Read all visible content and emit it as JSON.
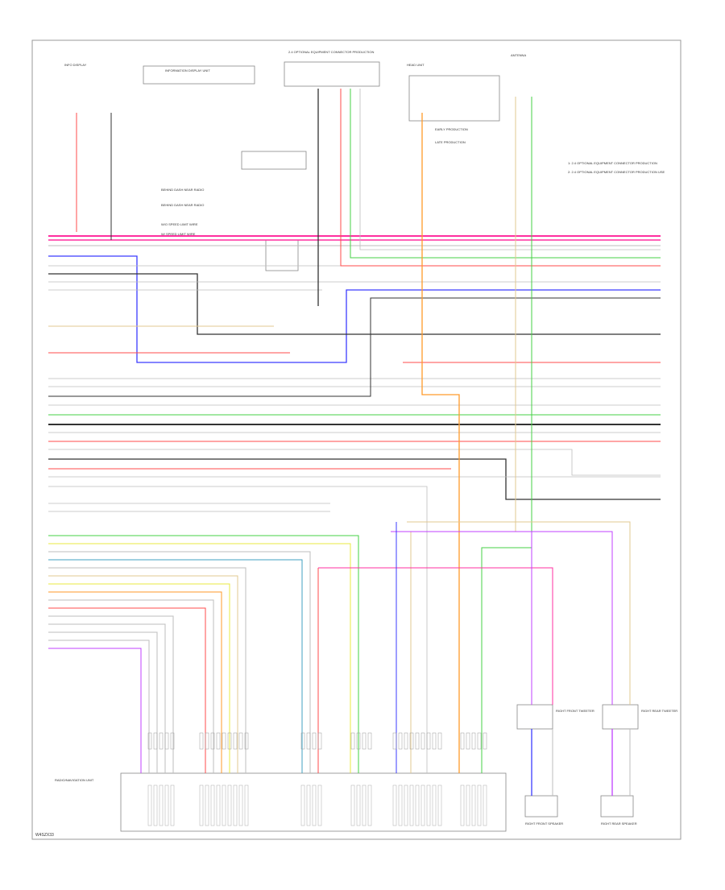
{
  "diagram": {
    "figure_code": "W4SZX33",
    "colors": {
      "pink": "#ff2fa0",
      "red": "#ff4b4b",
      "blue": "#3b3bff",
      "green": "#46d046",
      "yellow": "#e8e840",
      "orange": "#ff9a2a",
      "tan": "#e2c890",
      "black": "#333333",
      "gray": "#bdbdbd",
      "violet": "#c040ff",
      "cyan": "#40a0c0"
    },
    "notes": {
      "legend_right_1": "1: 2.4 OPTIONAL EQUIPMENT CONNECTOR PRODUCTION",
      "legend_right_2": "2: 2.4 OPTIONAL EQUIPMENT CONNECTOR PRODUCTION USE",
      "legend_mid_1": "BEHIND DASH NEAR RADIO",
      "legend_mid_2": "BEHIND DASH NEAR RADIO",
      "legend_mid_3": "W/O SPEED LIMIT WIRE",
      "legend_mid_4": "W/ SPEED LIMIT WIRE",
      "legend_top_center": "2.4 OPTIONAL EQUIPMENT CONNECTOR PRODUCTION",
      "early_production": "EARLY PRODUCTION",
      "late_production": "LATE PRODUCTION"
    },
    "components": {
      "radio_module": "RADIO/NAVIGATION UNIT",
      "info_display": "INFORMATION DISPLAY UNIT",
      "left_speaker": "RIGHT FRONT SPEAKER",
      "right_speaker": "RIGHT REAR SPEAKER",
      "left_treble": "RIGHT FRONT TWEETER",
      "right_treble": "RIGHT REAR TWEETER",
      "top_left_unit": "INFO DISPLAY",
      "top_right_unit": "HEAD UNIT",
      "antenna": "ANTENNA"
    }
  }
}
